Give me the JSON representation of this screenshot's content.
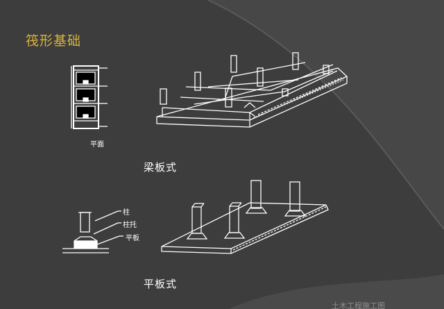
{
  "slide": {
    "title": "筏形基础",
    "plan_label": "平面",
    "beam_slab_caption": "梁板式",
    "flat_slab_caption": "平板式",
    "section_labels": {
      "column": "柱",
      "column_cap": "柱托",
      "slab": "平板"
    },
    "watermark": "土木工程施工图",
    "colors": {
      "background": "#3d3d3d",
      "title": "#d9b23a",
      "line": "#ffffff"
    }
  }
}
